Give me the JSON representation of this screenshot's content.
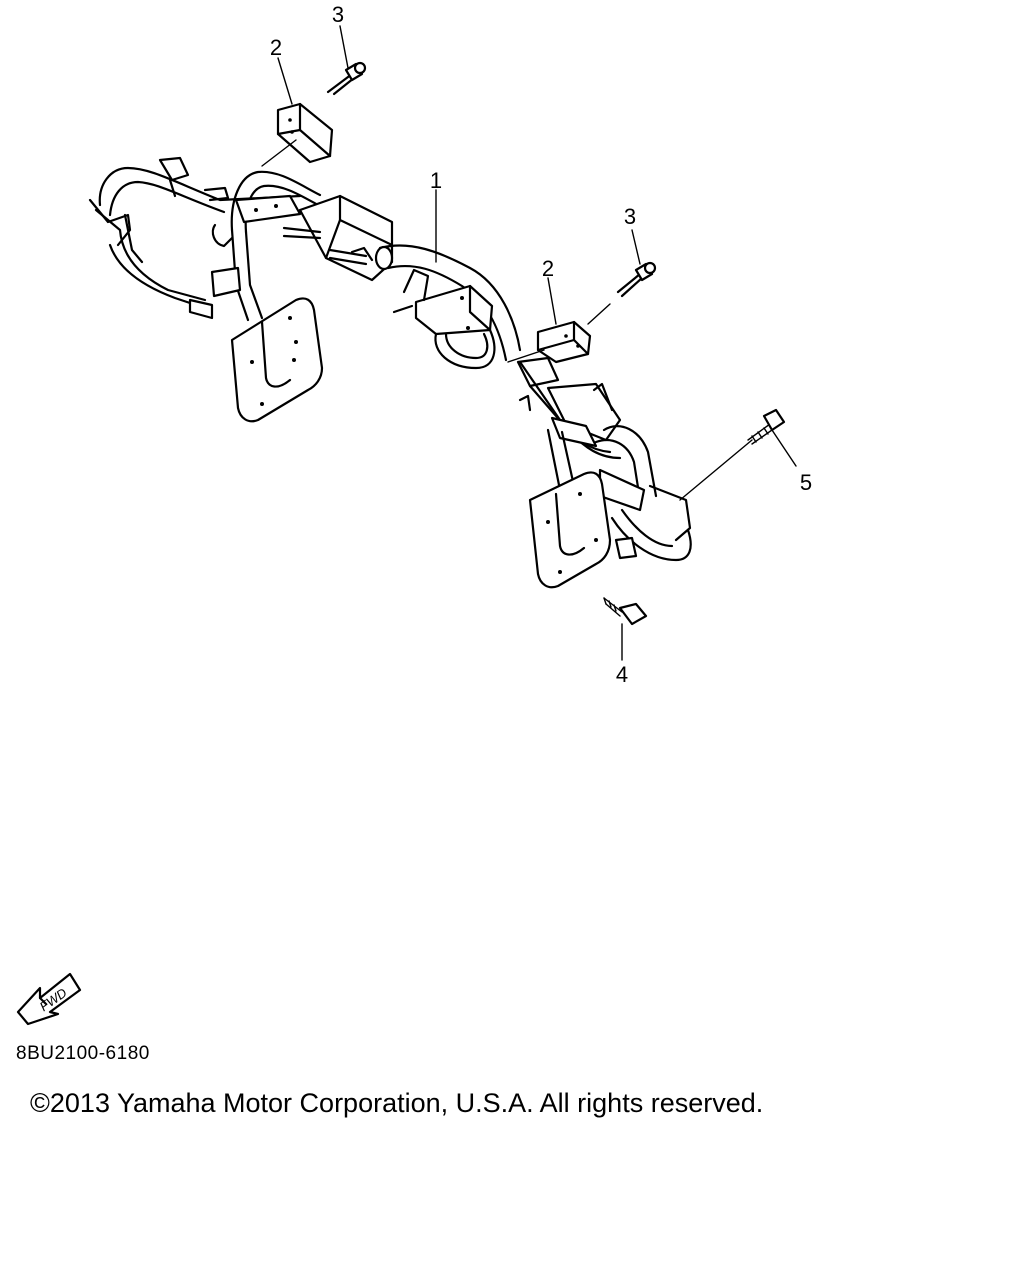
{
  "diagram": {
    "callouts": [
      {
        "id": "callout-1",
        "label": "1"
      },
      {
        "id": "callout-2a",
        "label": "2"
      },
      {
        "id": "callout-3a",
        "label": "3"
      },
      {
        "id": "callout-2b",
        "label": "2"
      },
      {
        "id": "callout-3b",
        "label": "3"
      },
      {
        "id": "callout-4",
        "label": "4"
      },
      {
        "id": "callout-5",
        "label": "5"
      }
    ],
    "fwd_label": "FWD"
  },
  "footer": {
    "part_code": "8BU2100-6180",
    "copyright": "©2013 Yamaha Motor Corporation, U.S.A. All rights reserved."
  }
}
